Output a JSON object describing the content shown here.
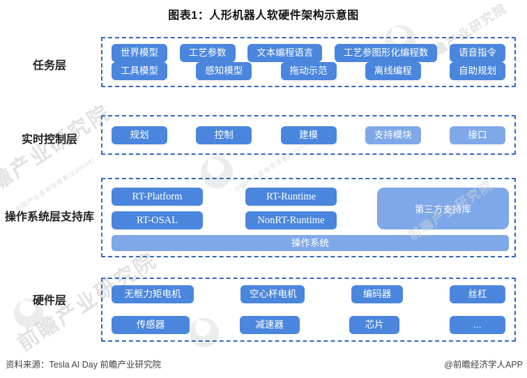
{
  "title": "图表1：人形机器人软硬件架构示意图",
  "watermark": {
    "brand": "前瞻产业研究院",
    "sub": "中国产业咨询领导者(839599)"
  },
  "task_layer": {
    "label": "任务层",
    "row1": [
      "世界模型",
      "工艺参数",
      "文本编程语言",
      "工艺参图形化编程数",
      "语音指令"
    ],
    "row2": [
      "工具模型",
      "感知模型",
      "拖动示范",
      "离线编程",
      "自助规划"
    ]
  },
  "realtime_layer": {
    "label": "实时控制层",
    "buttons": [
      "规划",
      "控制",
      "建模",
      "支持模块",
      "接口"
    ]
  },
  "os_layer": {
    "label": "操作系统层支持库",
    "col1": [
      "RT-Platform",
      "RT-OSAL"
    ],
    "col2": [
      "RT-Runtime",
      "NonRT-Runtime"
    ],
    "third_party": "第三方支持库",
    "os_bar": "操作系统"
  },
  "hardware_layer": {
    "label": "硬件层",
    "row1": [
      "无框力矩电机",
      "空心杯电机",
      "编码器",
      "丝杠"
    ],
    "row2": [
      "传感器",
      "减速器",
      "芯片",
      "..."
    ]
  },
  "footer": {
    "source": "资料来源：Tesla AI Day 前瞻产业研究院",
    "credit": "@前瞻经济学人APP"
  },
  "colors": {
    "node_primary": "#4a86dd",
    "node_light": "#7fa8e8",
    "dashed_border": "#3465bf",
    "watermark_gray": "#b2b2b2"
  }
}
